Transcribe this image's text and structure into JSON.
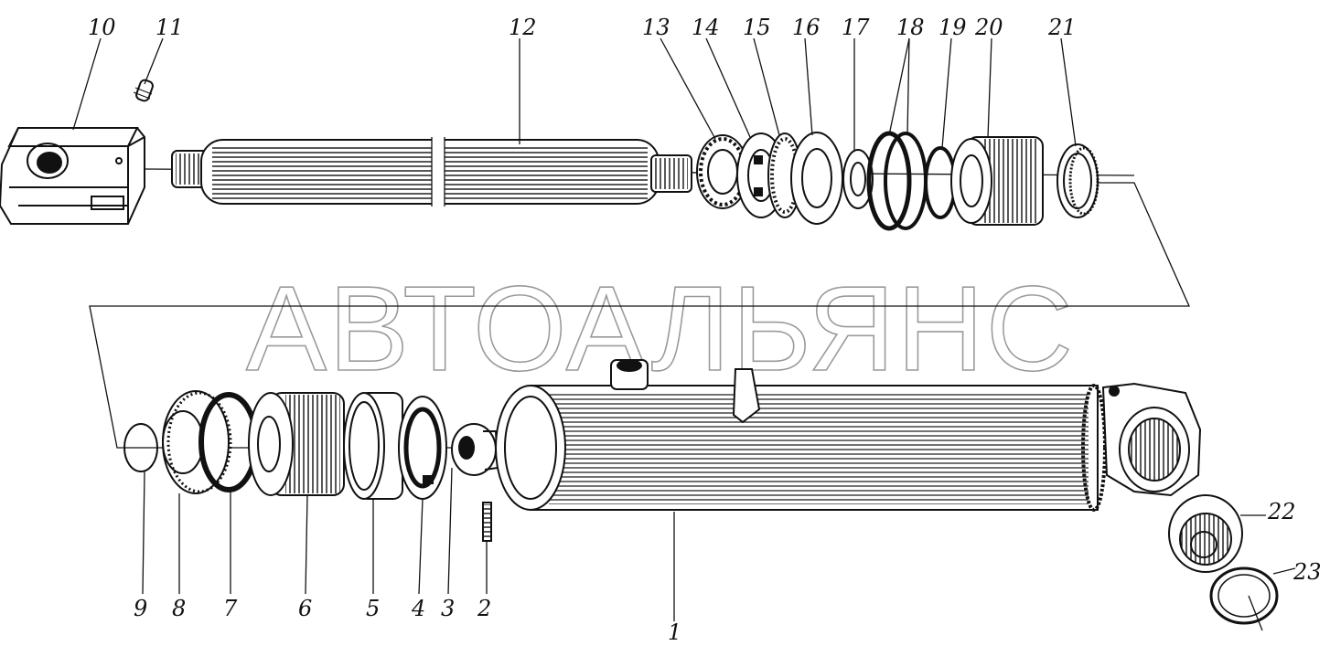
{
  "watermark": "АВТОАЛЬЯНС",
  "labels": {
    "p1": "1",
    "p2": "2",
    "p3": "3",
    "p4": "4",
    "p5": "5",
    "p6": "6",
    "p7": "7",
    "p8": "8",
    "p9": "9",
    "p10": "10",
    "p11": "11",
    "p12": "12",
    "p13": "13",
    "p14": "14",
    "p15": "15",
    "p16": "16",
    "p17": "17",
    "p18": "18",
    "p19": "19",
    "p20": "20",
    "p21": "21",
    "p22": "22",
    "p23": "23"
  },
  "colors": {
    "ink": "#111111",
    "watermark": "#9a9a9a",
    "background": "#ffffff"
  }
}
